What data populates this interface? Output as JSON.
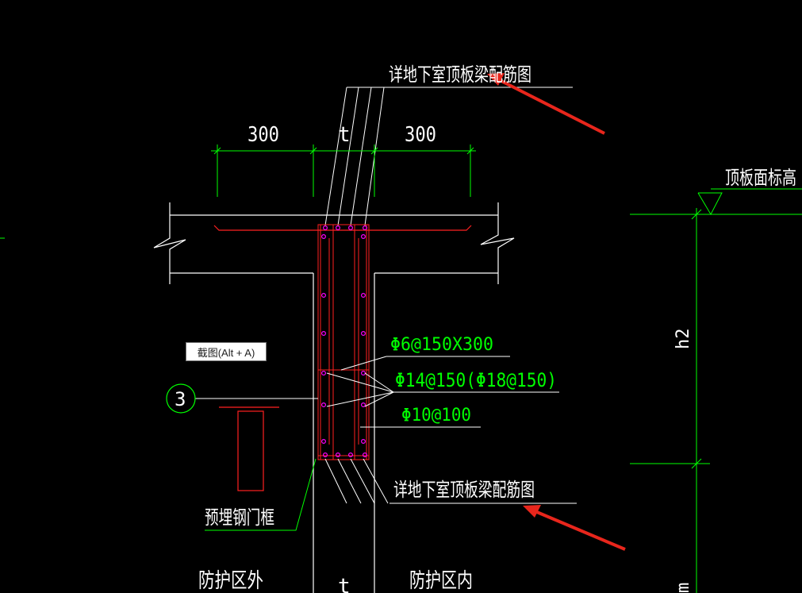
{
  "labels": {
    "top_detail_note": "详地下室顶板梁配筋图",
    "bottom_detail_note": "详地下室顶板梁配筋图",
    "dim_left": "300",
    "dim_mid": "t",
    "dim_right": "300",
    "slab_elevation": "顶板面标高",
    "height_label": "h2",
    "height_label_bottom": "m",
    "stirrup_spec": "Φ6@150X300",
    "main_bar_spec": "Φ14@150(Φ18@150)",
    "tie_spec": "Φ10@100",
    "callout_number": "3",
    "embedded_frame": "预埋钢门框",
    "outside_zone": "防护区外",
    "wall_thickness": "t",
    "inside_zone": "防护区内"
  },
  "tooltip": {
    "text": "截图(Alt + A)"
  },
  "colors": {
    "background": "#000000",
    "line_white": "#ffffff",
    "dimension_green": "#00ff00",
    "rebar_red": "#ff2020",
    "bar_magenta": "#ff00ff",
    "arrow_red": "#e8261c"
  }
}
